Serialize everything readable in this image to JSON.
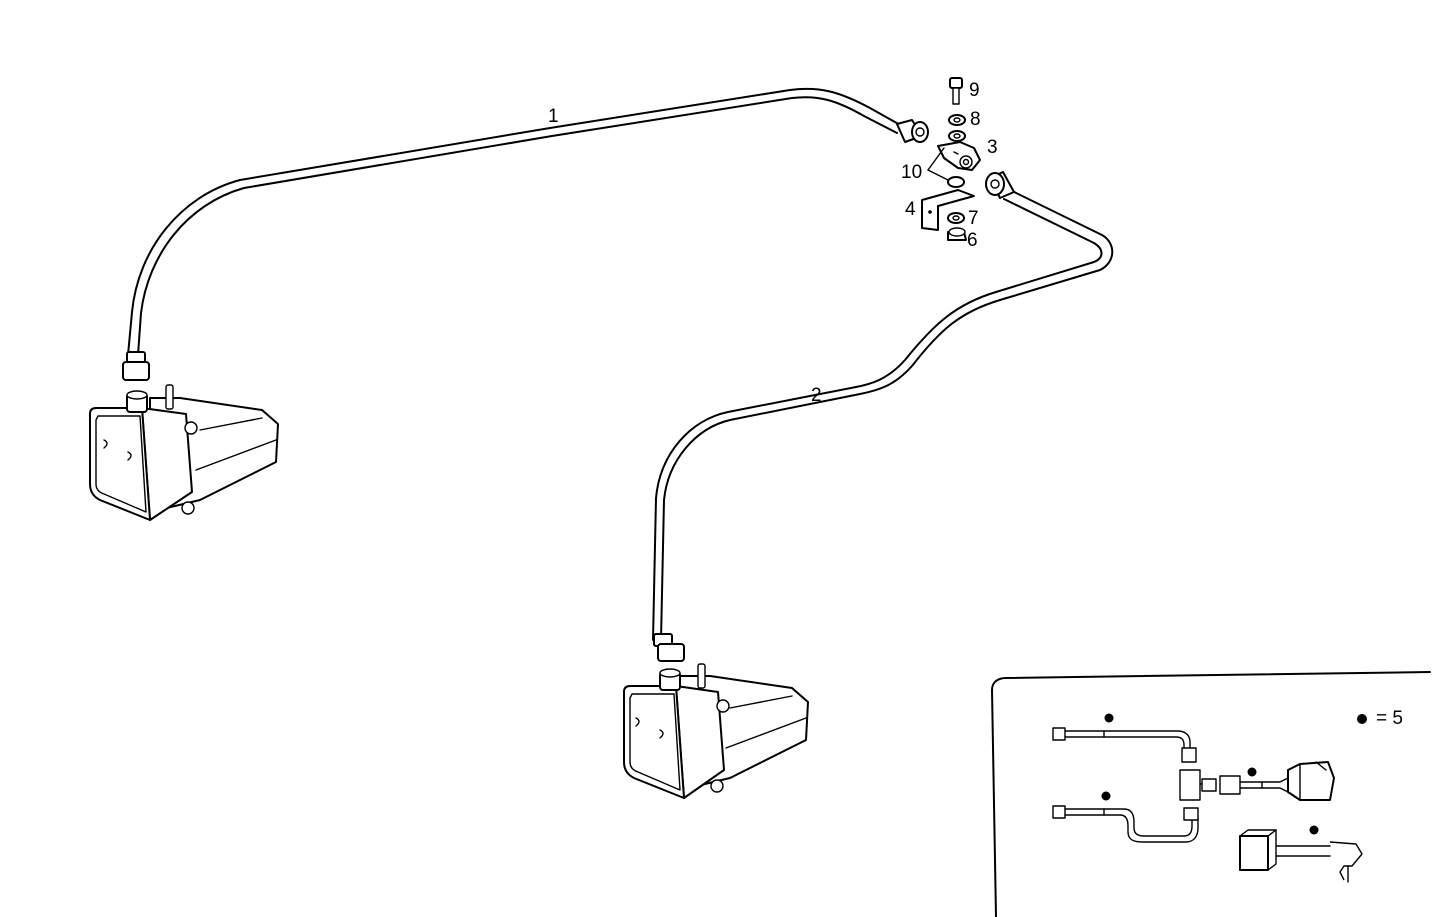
{
  "callouts": {
    "pipe_1": "1",
    "pipe_2": "2",
    "part_3": "3",
    "part_4": "4",
    "part_6": "6",
    "part_7": "7",
    "part_8": "8",
    "part_9": "9",
    "part_10": "10"
  },
  "inset": {
    "legend_text": "= 5"
  },
  "colors": {
    "line": "#000000",
    "background": "#ffffff"
  },
  "icons": [
    "washer-reservoir-icon",
    "hose-icon",
    "t-connector-icon",
    "mounting-bracket-icon",
    "screw-icon",
    "washer-icon",
    "nut-icon",
    "pump-connector-icon"
  ]
}
